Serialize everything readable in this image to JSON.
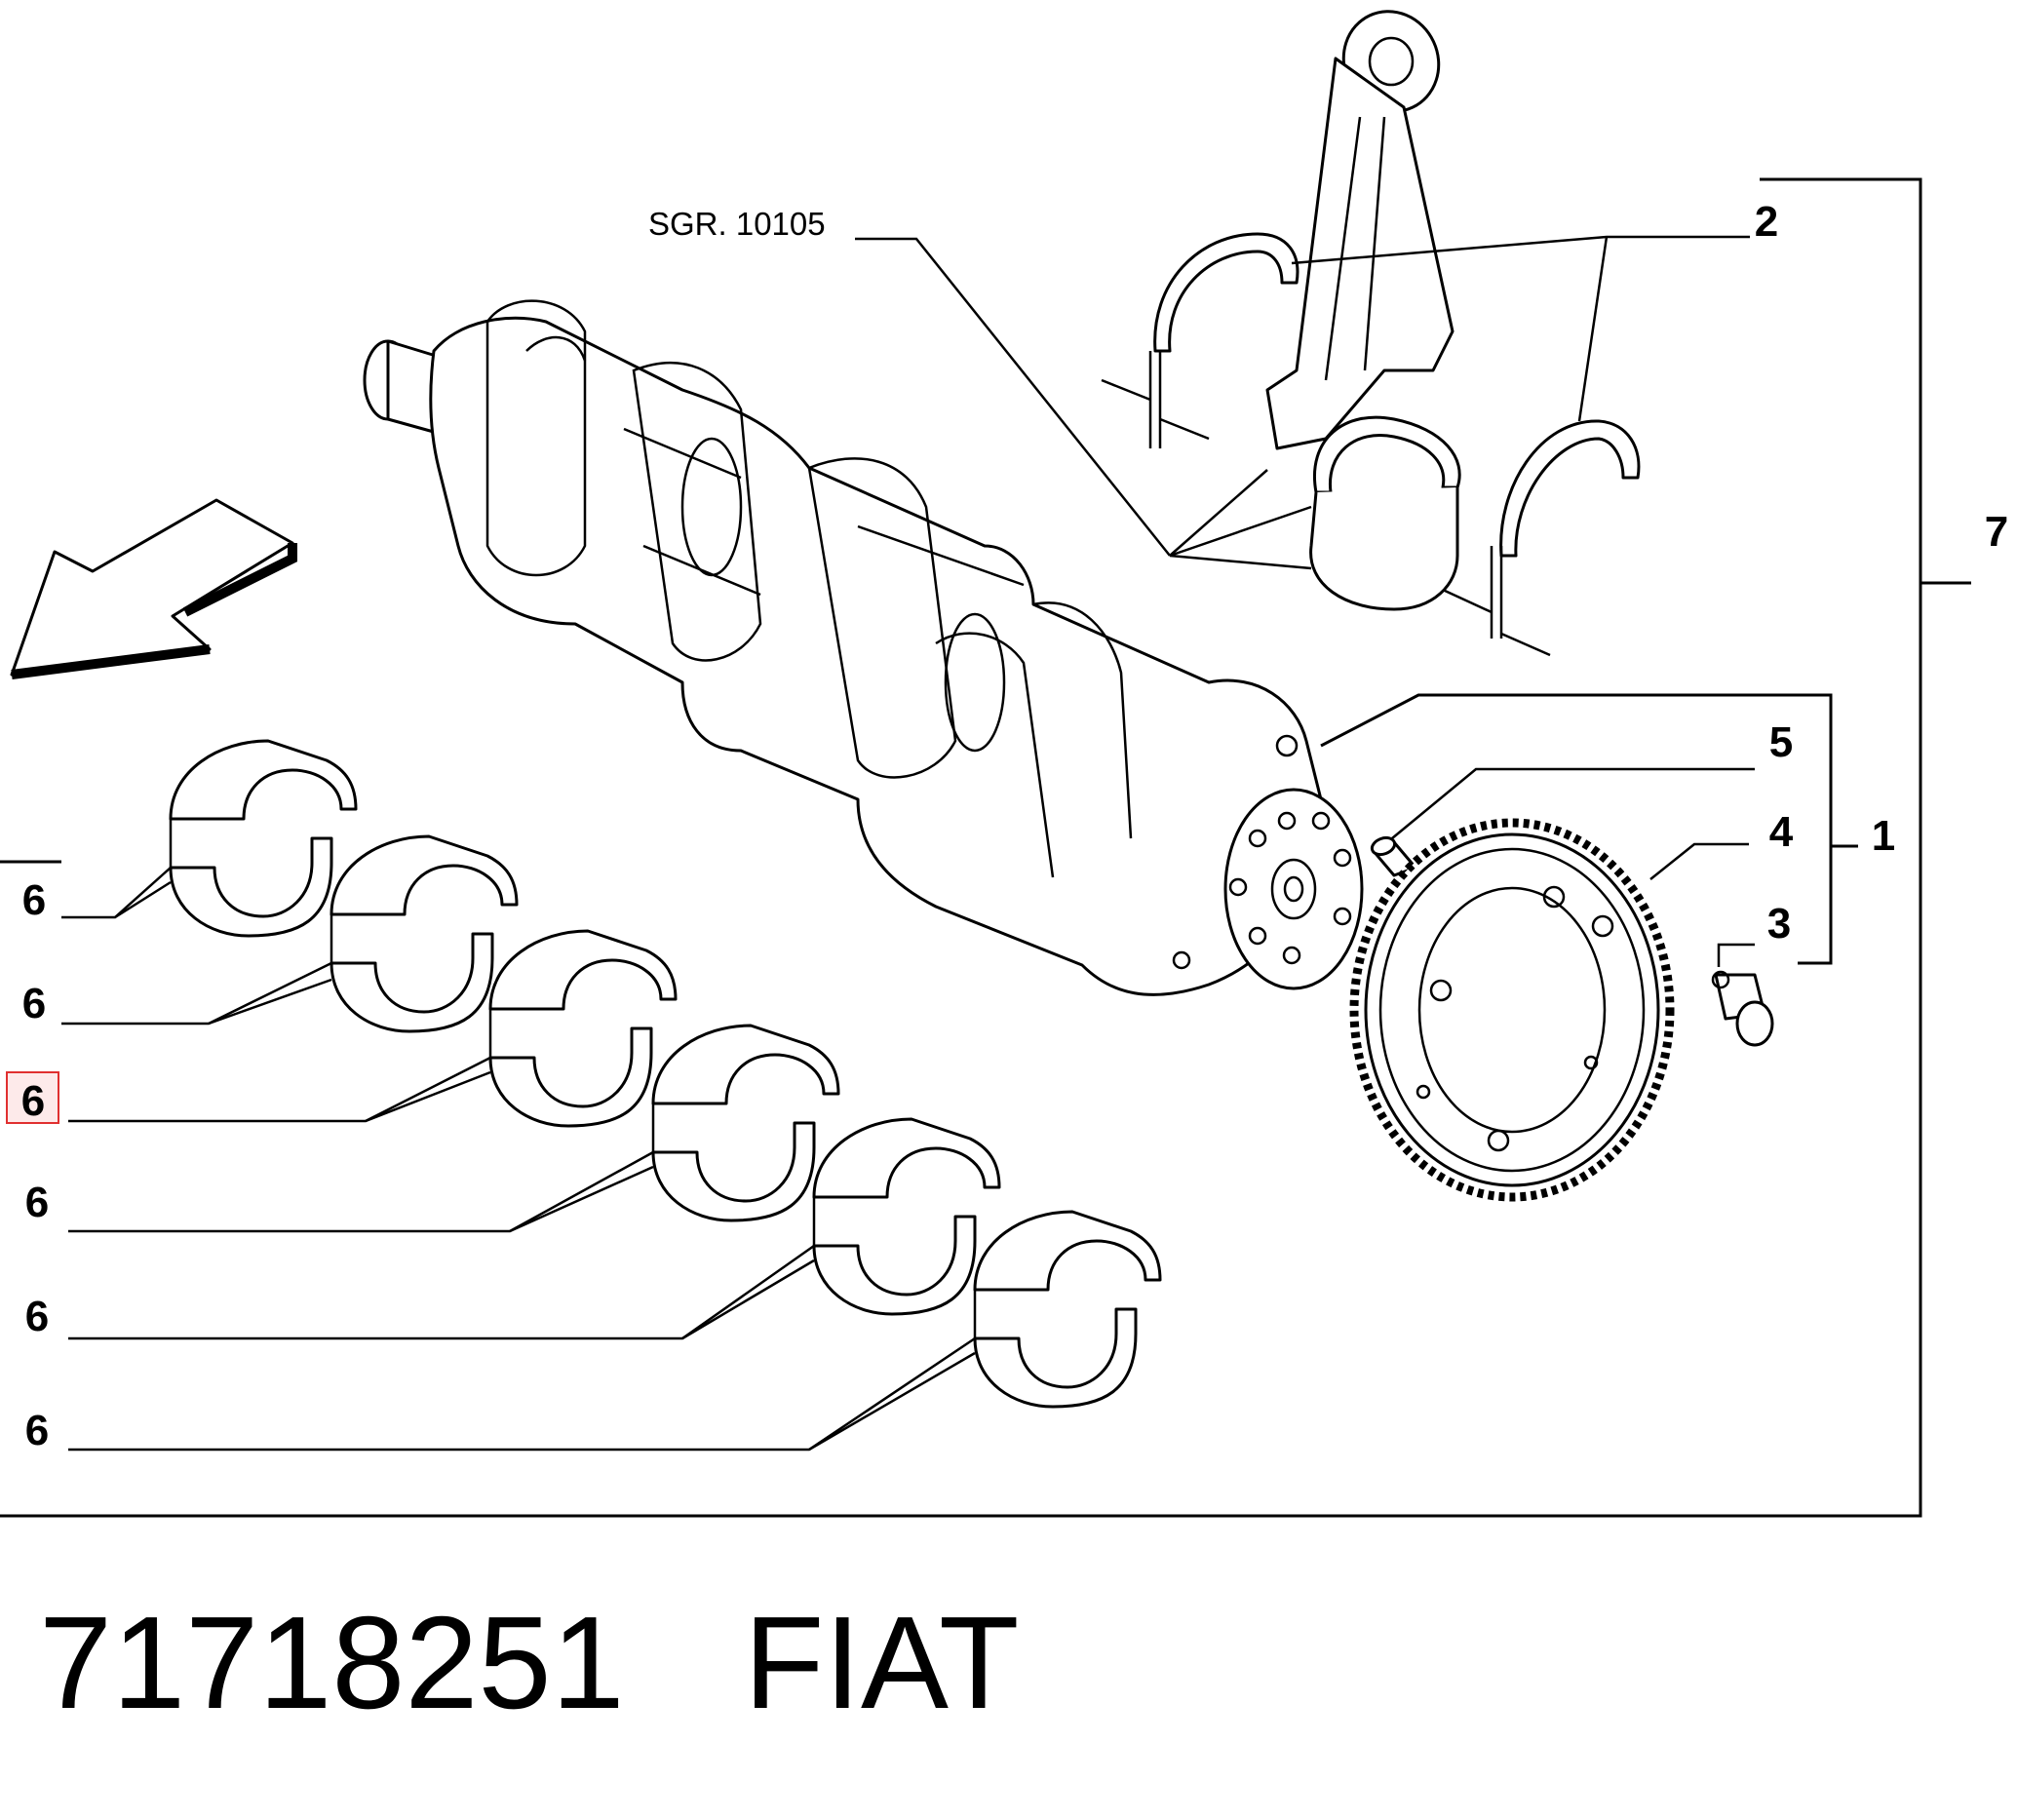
{
  "diagram": {
    "reference": "SGR. 10105",
    "callouts": {
      "c1": "1",
      "c2": "2",
      "c3": "3",
      "c4": "4",
      "c5": "5",
      "c7": "7",
      "bearing_labels": [
        "6",
        "6",
        "6",
        "6",
        "6",
        "6"
      ]
    },
    "highlighted_callout_index": 2
  },
  "footer": {
    "part_number": "71718251",
    "brand": "FIAT"
  }
}
